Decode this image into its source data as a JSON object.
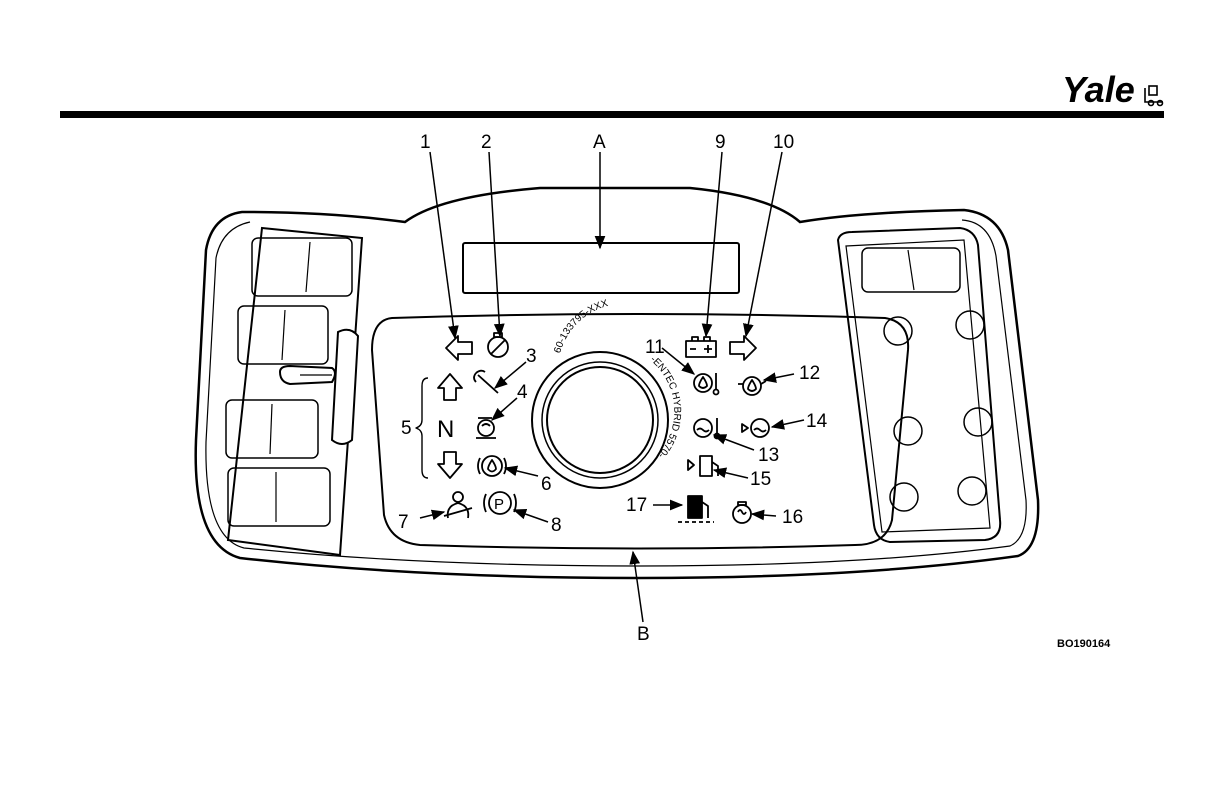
{
  "brand": {
    "name": "Yale"
  },
  "figure_id": "BO190164",
  "display_panel_text": {
    "part_number": "60-133795-XXX",
    "model": "-ENTEC HYBRID 5570-"
  },
  "callouts": {
    "c1": "1",
    "c2": "2",
    "c3": "3",
    "c4": "4",
    "c5": "5",
    "c6": "6",
    "c7": "7",
    "c8": "8",
    "c9": "9",
    "c10": "10",
    "c11": "11",
    "c12": "12",
    "c13": "13",
    "c14": "14",
    "c15": "15",
    "c16": "16",
    "c17": "17",
    "cA": "A",
    "cB": "B"
  },
  "indicators": {
    "neutral_letter": "N",
    "park_letter": "P"
  },
  "icons": [
    "left-turn-arrow-icon",
    "engine-check-icon",
    "wrench-icon",
    "glow-plug-icon",
    "forward-arrow-icon",
    "reverse-arrow-icon",
    "brake-fluid-icon",
    "seat-belt-icon",
    "parking-brake-icon",
    "battery-icon",
    "right-turn-arrow-icon",
    "oil-temp-icon",
    "oil-pressure-icon",
    "coolant-temp-icon",
    "coolant-level-icon",
    "fuel-filter-icon",
    "glow-coil-icon",
    "fuel-level-icon"
  ]
}
